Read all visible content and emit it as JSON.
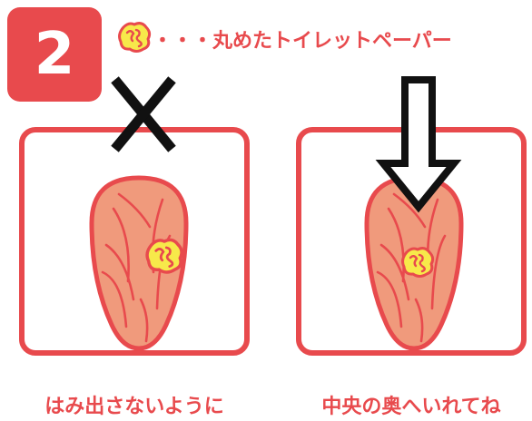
{
  "step": {
    "number": "2"
  },
  "legend": {
    "text": "・・・丸めたトイレットペーパー"
  },
  "panels": [
    {
      "mark": "×",
      "caption": "はみ出さないように"
    },
    {
      "mark": "arrow-down-icon",
      "caption": "中央の奥へいれてね"
    }
  ],
  "colors": {
    "accent": "#e84a4d",
    "pad": "#f09a7c",
    "paper": "#f7e94a"
  }
}
